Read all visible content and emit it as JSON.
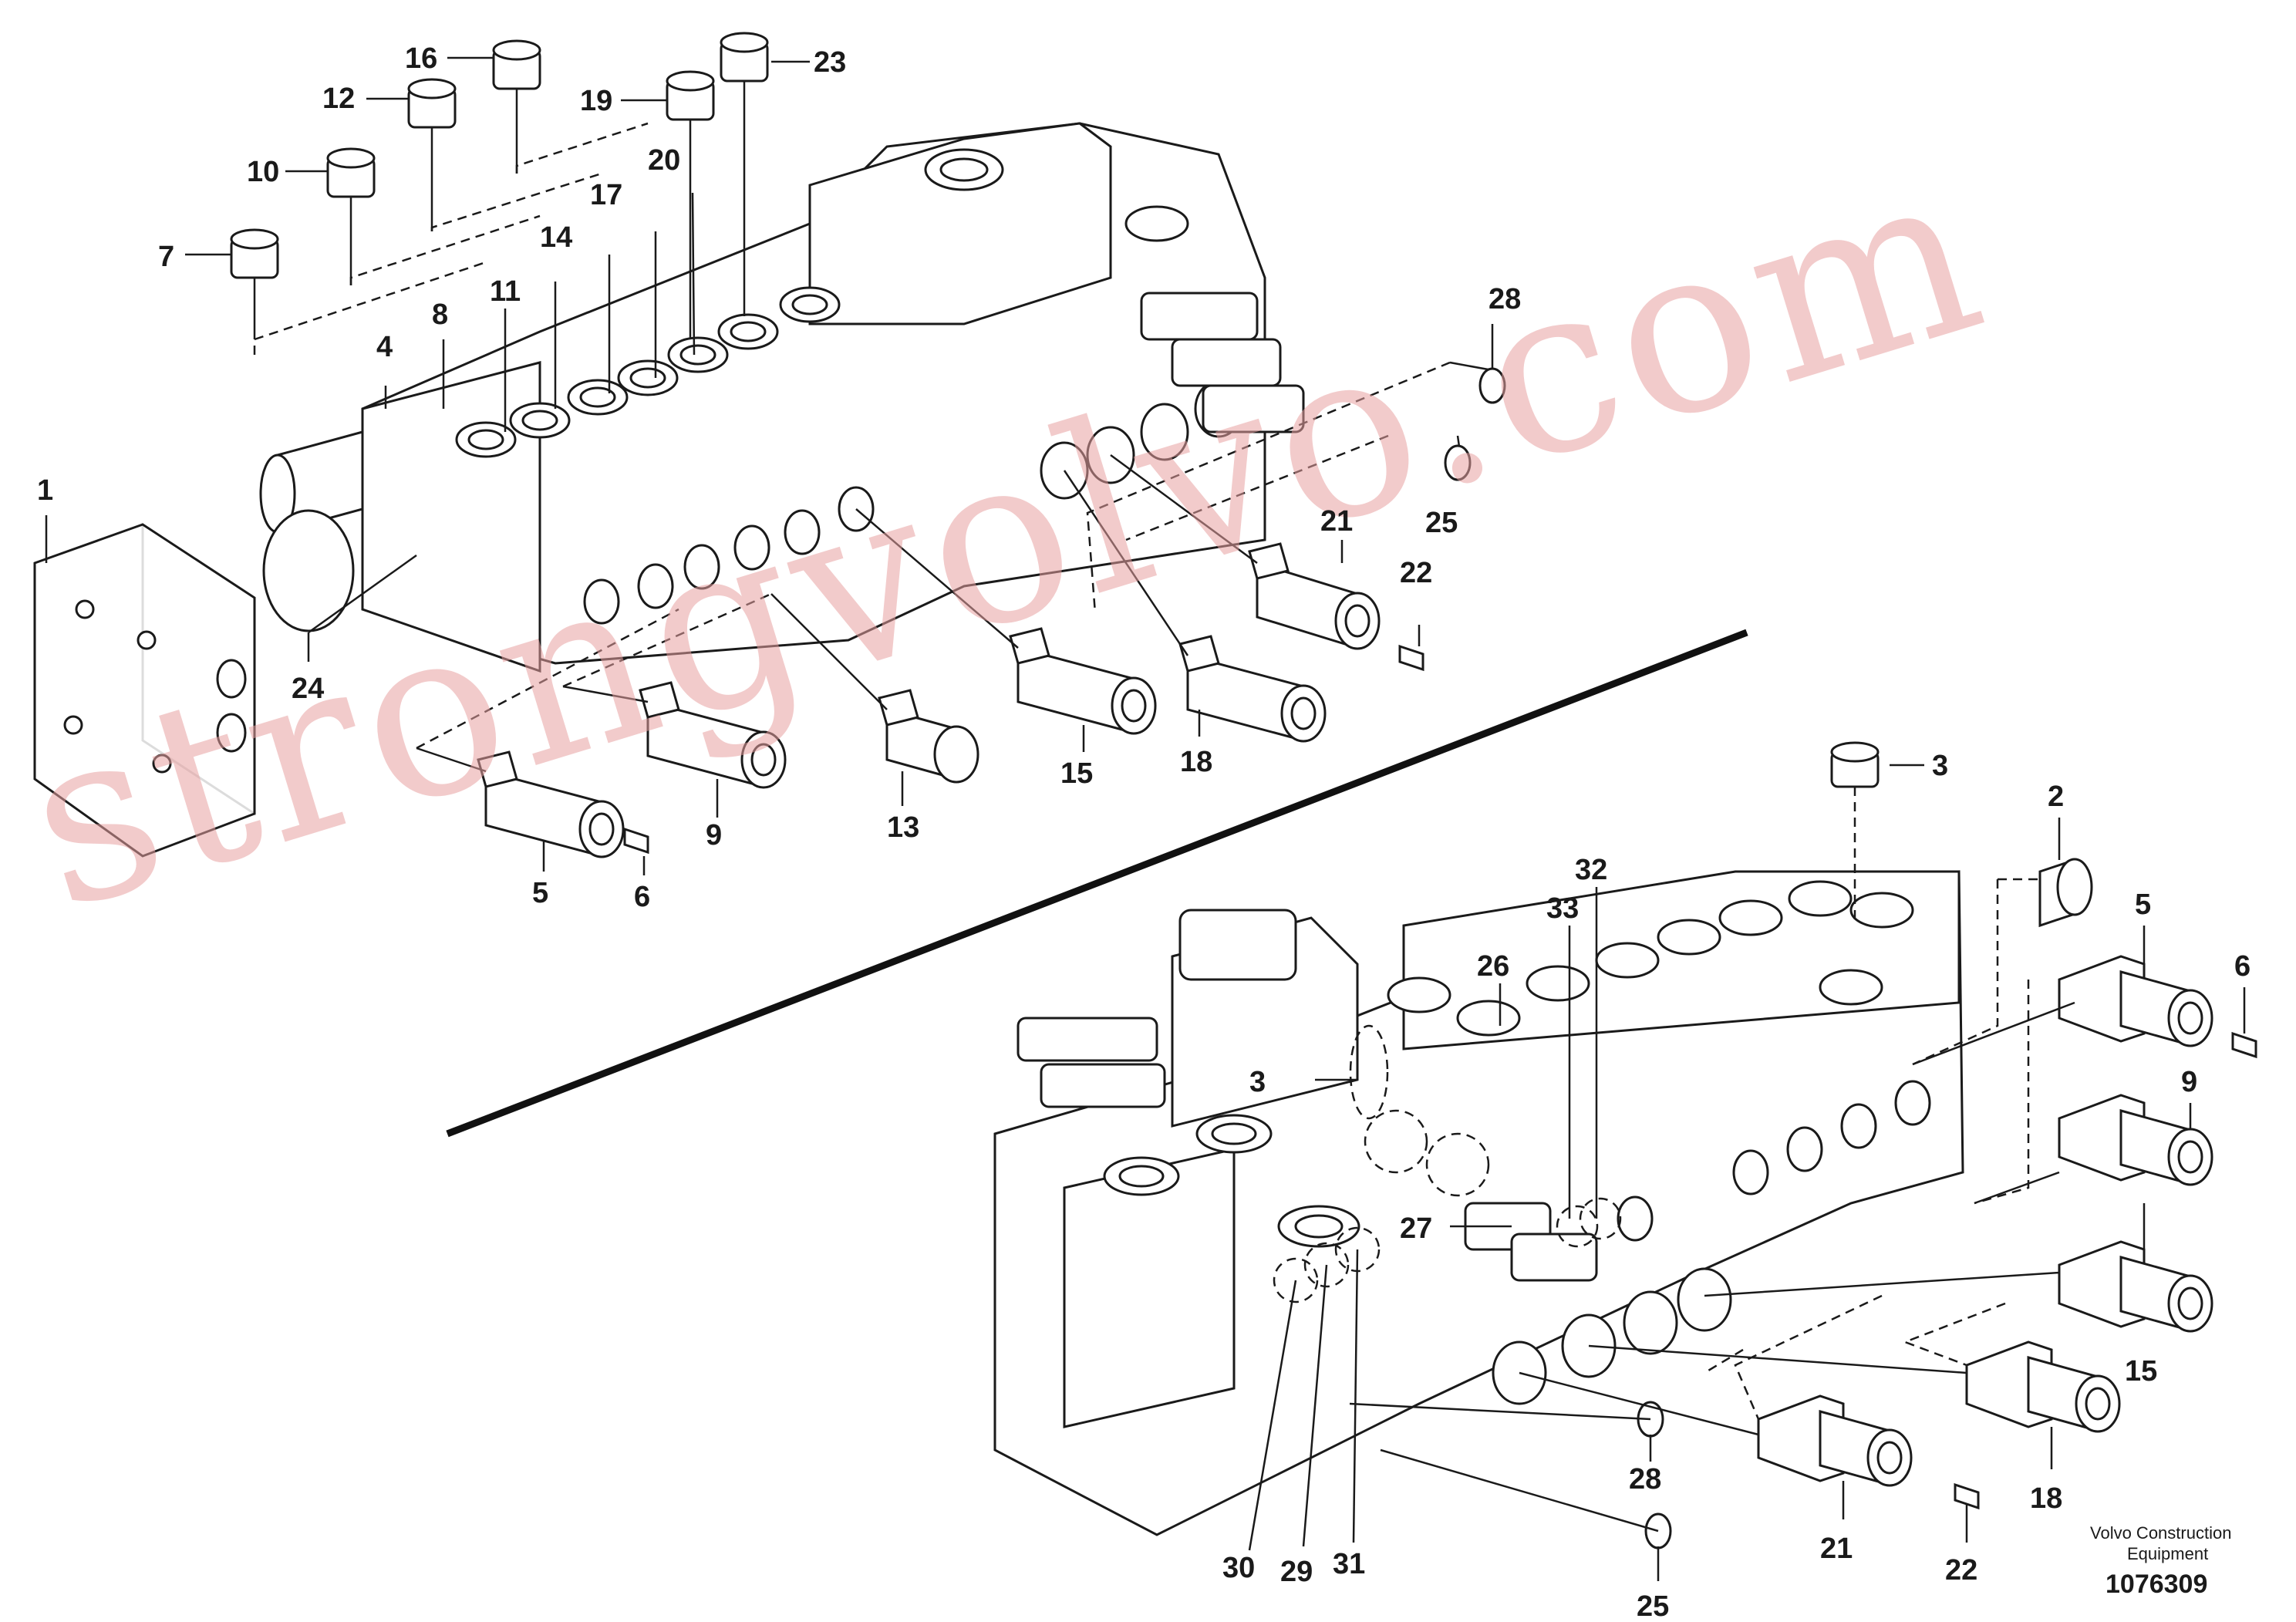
{
  "figure": {
    "watermark": "strongvolvo.com",
    "brand_line1": "Volvo Construction",
    "brand_line2": "Equipment",
    "document_number": "1076309"
  },
  "callouts_upper": [
    "1",
    "4",
    "5",
    "6",
    "7",
    "8",
    "9",
    "10",
    "11",
    "12",
    "13",
    "14",
    "15",
    "16",
    "17",
    "18",
    "19",
    "20",
    "21",
    "22",
    "23",
    "24",
    "25",
    "28"
  ],
  "callouts_lower": [
    "2",
    "3",
    "3",
    "5",
    "6",
    "9",
    "15",
    "18",
    "21",
    "22",
    "25",
    "26",
    "27",
    "28",
    "29",
    "30",
    "31",
    "32",
    "33"
  ]
}
